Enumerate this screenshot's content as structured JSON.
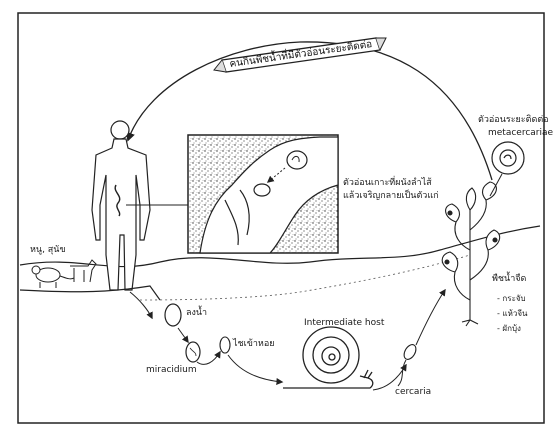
{
  "diagram": {
    "banner": "คนกินพืชน้ำที่มีตัวอ่อนระยะติดต่อ",
    "inset_caption": [
      "ตัวอ่อนเกาะที่ผนังลำไส้",
      "แล้วเจริญกลายเป็นตัวแก่"
    ],
    "reservoir_hosts": "หนู, สุนัข",
    "metacercariae": [
      "ตัวอ่อนระยะติดต่อ",
      "metacercariae"
    ],
    "egg_in_water": "ลงน้ำ",
    "into_snail": "ไชเข้าหอย",
    "miracidium": "miracidium",
    "intermediate_host": "Intermediate host",
    "cercaria": "cercaria",
    "water_plants": {
      "title": "พืชน้ำจืด",
      "items": [
        "- กระจับ",
        "- แห้วจีน",
        "- ผักบุ้ง"
      ]
    }
  }
}
